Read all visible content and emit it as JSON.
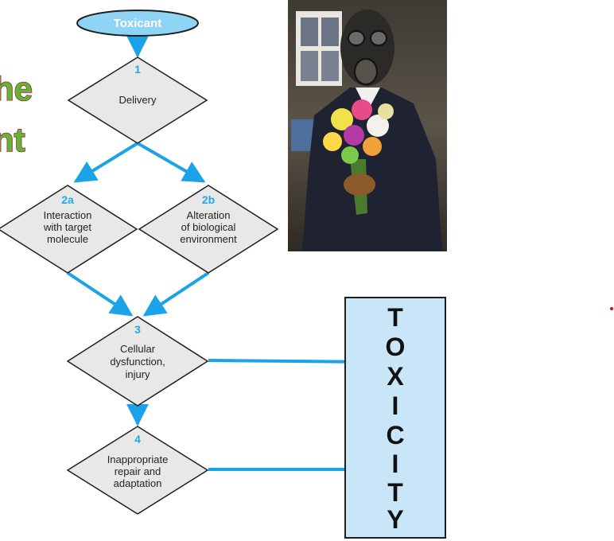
{
  "slide": {
    "partial_title_lines": [
      "he",
      "nt",
      "y"
    ],
    "accent_dot_color": "#d01010"
  },
  "flowchart": {
    "start": "Toxicant",
    "steps": [
      {
        "number": "1",
        "lines": [
          "Delivery"
        ]
      },
      {
        "number": "2a",
        "lines": [
          "Interaction",
          "with target",
          "molecule"
        ]
      },
      {
        "number": "2b",
        "lines": [
          "Alteration",
          "of biological",
          "environment"
        ]
      },
      {
        "number": "3",
        "lines": [
          "Cellular",
          "dysfunction,",
          "injury"
        ]
      },
      {
        "number": "4",
        "lines": [
          "Inappropriate",
          "repair and",
          "adaptation"
        ]
      }
    ],
    "outcome_letters": [
      "T",
      "O",
      "X",
      "I",
      "C",
      "I",
      "T",
      "Y"
    ],
    "colors": {
      "arrow": "#1aa3e8",
      "start_fill": "#8fd3f5",
      "diamond_fill": "#e8e8e8",
      "outcome_fill": "#c8e6f8"
    }
  },
  "photo": {
    "subject": "person-in-gas-mask-holding-flowers"
  }
}
